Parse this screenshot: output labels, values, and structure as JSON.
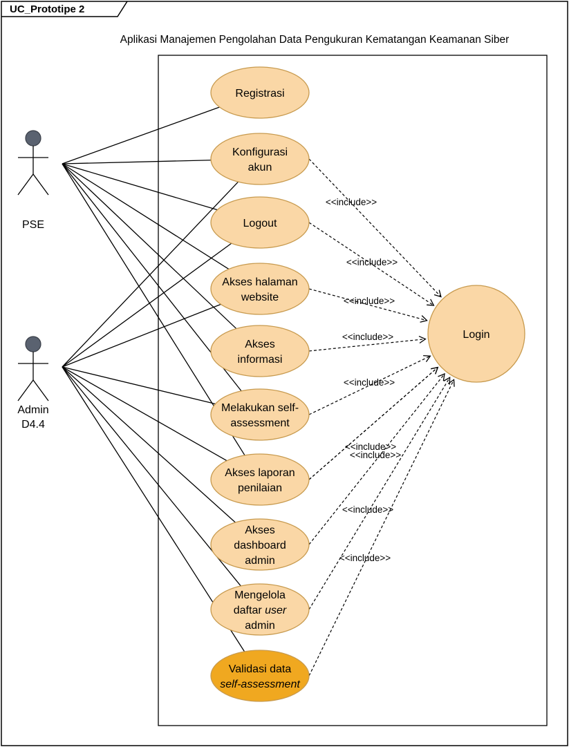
{
  "frame": {
    "title": "UC_Prototipe 2"
  },
  "system": {
    "title": "Aplikasi Manajemen Pengolahan Data Pengukuran Kematangan Keamanan Siber"
  },
  "colors": {
    "usecase_fill": "#fad7a6",
    "usecase_stroke": "#c79a4e",
    "highlight_fill": "#f0a820",
    "actor_head": "#5a6270"
  },
  "actors": [
    {
      "id": "pse",
      "label": [
        "PSE"
      ]
    },
    {
      "id": "admin",
      "label": [
        "Admin",
        "D4.4"
      ]
    }
  ],
  "usecases": [
    {
      "id": "registrasi",
      "lines": [
        "Registrasi"
      ]
    },
    {
      "id": "konfigurasi",
      "lines": [
        "Konfigurasi",
        "akun"
      ]
    },
    {
      "id": "logout",
      "lines": [
        "Logout"
      ]
    },
    {
      "id": "halaman",
      "lines": [
        "Akses halaman",
        "website"
      ]
    },
    {
      "id": "informasi",
      "lines": [
        "Akses",
        "informasi"
      ]
    },
    {
      "id": "self",
      "lines": [
        "Melakukan self-",
        "assessment"
      ]
    },
    {
      "id": "laporan",
      "lines": [
        "Akses laporan",
        "penilaian"
      ]
    },
    {
      "id": "dashboard",
      "lines": [
        "Akses",
        "dashboard",
        "admin"
      ]
    },
    {
      "id": "mengelola",
      "lines": [
        "Mengelola",
        "daftar |user|",
        "admin"
      ]
    },
    {
      "id": "validasi",
      "lines": [
        "Validasi data",
        "|self-assessment|"
      ],
      "highlight": true
    }
  ],
  "login": {
    "label": "Login"
  },
  "associations": {
    "pse": [
      "registrasi",
      "konfigurasi",
      "logout",
      "halaman",
      "informasi",
      "self",
      "laporan"
    ],
    "admin": [
      "konfigurasi",
      "logout",
      "halaman",
      "self",
      "laporan",
      "dashboard",
      "mengelola",
      "validasi"
    ]
  },
  "include_label": "<<include>>",
  "includes": [
    "konfigurasi",
    "logout",
    "halaman",
    "informasi",
    "self",
    "laporan",
    "laporan",
    "dashboard",
    "mengelola",
    "validasi"
  ]
}
